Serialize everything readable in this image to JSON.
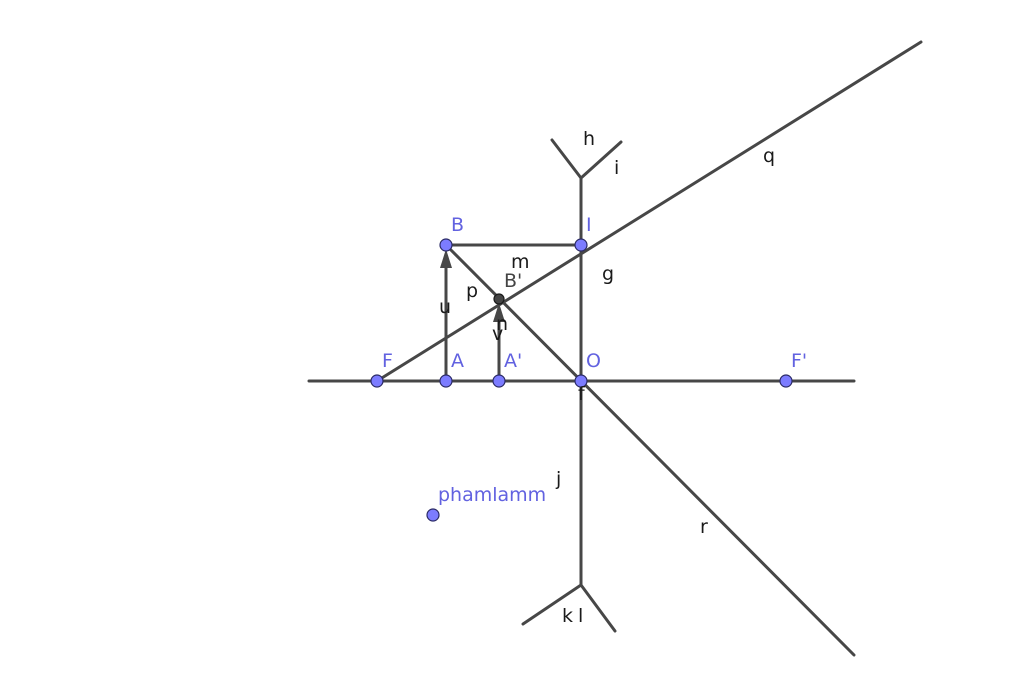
{
  "diagram": {
    "points": {
      "F": "F",
      "A": "A",
      "A_prime": "A'",
      "O": "O",
      "F_prime": "F'",
      "B": "B",
      "I": "I",
      "B_prime": "B'",
      "free_point": "phamlamm"
    },
    "objects": {
      "h": "h",
      "i": "i",
      "q": "q",
      "m": "m",
      "g": "g",
      "p": "p",
      "u": "u",
      "n": "n",
      "v": "v",
      "f": "f",
      "j": "j",
      "r": "r",
      "k": "k",
      "l": "l"
    },
    "colors": {
      "line": "#474747",
      "point_fill": "#7c7cff",
      "point_label": "#6262e0",
      "image_point": "#444444"
    }
  }
}
